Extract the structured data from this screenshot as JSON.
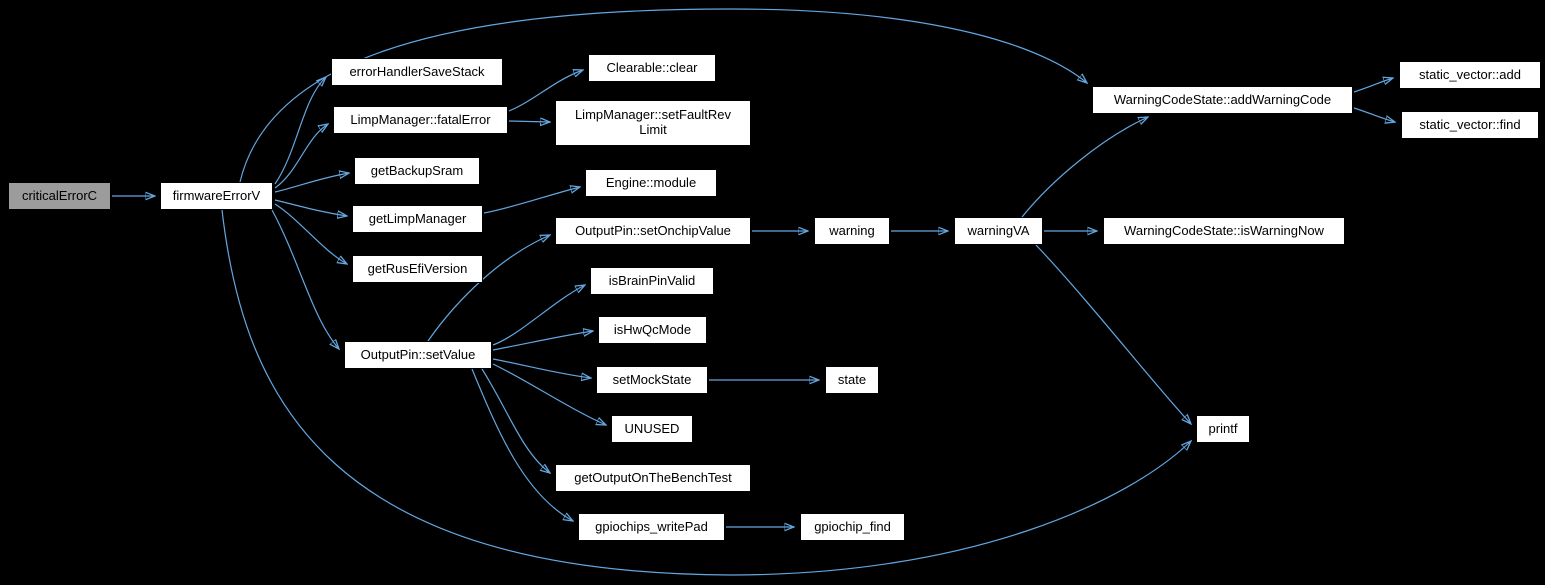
{
  "diagram": {
    "type": "call-graph",
    "colors": {
      "background": "#000000",
      "edge": "#63a7e0",
      "node_fill": "#ffffff",
      "node_border": "#000000",
      "current_node_fill": "#9c9c9c",
      "text": "#000000"
    },
    "nodes": {
      "criticalErrorC": {
        "label": "criticalErrorC"
      },
      "firmwareErrorV": {
        "label": "firmwareErrorV"
      },
      "errorHandlerSaveStack": {
        "label": "errorHandlerSaveStack"
      },
      "fatalError": {
        "label": "LimpManager::fatalError"
      },
      "getBackupSram": {
        "label": "getBackupSram"
      },
      "getLimpManager": {
        "label": "getLimpManager"
      },
      "getRusEfiVersion": {
        "label": "getRusEfiVersion"
      },
      "setValue": {
        "label": "OutputPin::setValue"
      },
      "clear": {
        "label": "Clearable::clear"
      },
      "setFaultRevLimit": {
        "label": "LimpManager::setFaultRev Limit"
      },
      "engineModule": {
        "label": "Engine::module"
      },
      "setOnchipValue": {
        "label": "OutputPin::setOnchipValue"
      },
      "isBrainPinValid": {
        "label": "isBrainPinValid"
      },
      "isHwQcMode": {
        "label": "isHwQcMode"
      },
      "setMockState": {
        "label": "setMockState"
      },
      "unused": {
        "label": "UNUSED"
      },
      "getOutputOnTheBenchTest": {
        "label": "getOutputOnTheBenchTest"
      },
      "gpiochipsWritePad": {
        "label": "gpiochips_writePad"
      },
      "warning": {
        "label": "warning"
      },
      "state": {
        "label": "state"
      },
      "gpiochipFind": {
        "label": "gpiochip_find"
      },
      "warningVA": {
        "label": "warningVA"
      },
      "addWarningCode": {
        "label": "WarningCodeState::addWarningCode"
      },
      "isWarningNow": {
        "label": "WarningCodeState::isWarningNow"
      },
      "printf": {
        "label": "printf"
      },
      "staticVectorAdd": {
        "label": "static_vector::add"
      },
      "staticVectorFind": {
        "label": "static_vector::find"
      }
    },
    "edges": [
      {
        "from": "criticalErrorC",
        "to": "firmwareErrorV"
      },
      {
        "from": "firmwareErrorV",
        "to": "errorHandlerSaveStack"
      },
      {
        "from": "firmwareErrorV",
        "to": "LimpManager::fatalError"
      },
      {
        "from": "firmwareErrorV",
        "to": "getBackupSram"
      },
      {
        "from": "firmwareErrorV",
        "to": "getLimpManager"
      },
      {
        "from": "firmwareErrorV",
        "to": "getRusEfiVersion"
      },
      {
        "from": "firmwareErrorV",
        "to": "OutputPin::setValue"
      },
      {
        "from": "firmwareErrorV",
        "to": "WarningCodeState::addWarningCode"
      },
      {
        "from": "firmwareErrorV",
        "to": "printf"
      },
      {
        "from": "LimpManager::fatalError",
        "to": "Clearable::clear"
      },
      {
        "from": "LimpManager::fatalError",
        "to": "LimpManager::setFaultRevLimit"
      },
      {
        "from": "getLimpManager",
        "to": "Engine::module"
      },
      {
        "from": "OutputPin::setValue",
        "to": "OutputPin::setOnchipValue"
      },
      {
        "from": "OutputPin::setValue",
        "to": "isBrainPinValid"
      },
      {
        "from": "OutputPin::setValue",
        "to": "isHwQcMode"
      },
      {
        "from": "OutputPin::setValue",
        "to": "setMockState"
      },
      {
        "from": "OutputPin::setValue",
        "to": "UNUSED"
      },
      {
        "from": "OutputPin::setValue",
        "to": "getOutputOnTheBenchTest"
      },
      {
        "from": "OutputPin::setValue",
        "to": "gpiochips_writePad"
      },
      {
        "from": "OutputPin::setOnchipValue",
        "to": "warning"
      },
      {
        "from": "warning",
        "to": "warningVA"
      },
      {
        "from": "warningVA",
        "to": "WarningCodeState::addWarningCode"
      },
      {
        "from": "warningVA",
        "to": "WarningCodeState::isWarningNow"
      },
      {
        "from": "warningVA",
        "to": "printf"
      },
      {
        "from": "setMockState",
        "to": "state"
      },
      {
        "from": "gpiochips_writePad",
        "to": "gpiochip_find"
      },
      {
        "from": "WarningCodeState::addWarningCode",
        "to": "static_vector::add"
      },
      {
        "from": "WarningCodeState::addWarningCode",
        "to": "static_vector::find"
      }
    ]
  }
}
